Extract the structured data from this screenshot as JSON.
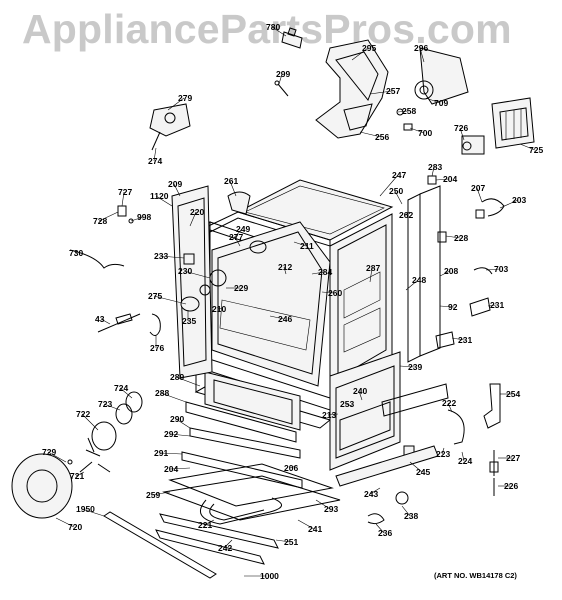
{
  "watermark": "AppliancePartsPros.com",
  "art_number": "(ART NO. WB14178 C2)",
  "labels": [
    {
      "id": "780",
      "text": "780"
    },
    {
      "id": "299",
      "text": "299"
    },
    {
      "id": "295",
      "text": "295"
    },
    {
      "id": "296",
      "text": "296"
    },
    {
      "id": "257",
      "text": "257"
    },
    {
      "id": "709",
      "text": "709"
    },
    {
      "id": "258",
      "text": "258"
    },
    {
      "id": "700",
      "text": "700"
    },
    {
      "id": "256",
      "text": "256"
    },
    {
      "id": "726",
      "text": "726"
    },
    {
      "id": "725",
      "text": "725"
    },
    {
      "id": "279",
      "text": "279"
    },
    {
      "id": "274",
      "text": "274"
    },
    {
      "id": "247",
      "text": "247"
    },
    {
      "id": "283",
      "text": "283"
    },
    {
      "id": "204a",
      "text": "204"
    },
    {
      "id": "207",
      "text": "207"
    },
    {
      "id": "203",
      "text": "203"
    },
    {
      "id": "250",
      "text": "250"
    },
    {
      "id": "262",
      "text": "262"
    },
    {
      "id": "727",
      "text": "727"
    },
    {
      "id": "1120",
      "text": "1120"
    },
    {
      "id": "209",
      "text": "209"
    },
    {
      "id": "261",
      "text": "261"
    },
    {
      "id": "728",
      "text": "728"
    },
    {
      "id": "998",
      "text": "998"
    },
    {
      "id": "220",
      "text": "220"
    },
    {
      "id": "228",
      "text": "228"
    },
    {
      "id": "249",
      "text": "249"
    },
    {
      "id": "277",
      "text": "277"
    },
    {
      "id": "211",
      "text": "211"
    },
    {
      "id": "730",
      "text": "730"
    },
    {
      "id": "233",
      "text": "233"
    },
    {
      "id": "212",
      "text": "212"
    },
    {
      "id": "284",
      "text": "284"
    },
    {
      "id": "287",
      "text": "287"
    },
    {
      "id": "208",
      "text": "208"
    },
    {
      "id": "703",
      "text": "703"
    },
    {
      "id": "230",
      "text": "230"
    },
    {
      "id": "229",
      "text": "229"
    },
    {
      "id": "260",
      "text": "260"
    },
    {
      "id": "248",
      "text": "248"
    },
    {
      "id": "275",
      "text": "275"
    },
    {
      "id": "92",
      "text": "92"
    },
    {
      "id": "231a",
      "text": "231"
    },
    {
      "id": "210",
      "text": "210"
    },
    {
      "id": "235",
      "text": "235"
    },
    {
      "id": "43",
      "text": "43"
    },
    {
      "id": "246",
      "text": "246"
    },
    {
      "id": "231b",
      "text": "231"
    },
    {
      "id": "276",
      "text": "276"
    },
    {
      "id": "239",
      "text": "239"
    },
    {
      "id": "289",
      "text": "289"
    },
    {
      "id": "724",
      "text": "724"
    },
    {
      "id": "288",
      "text": "288"
    },
    {
      "id": "240",
      "text": "240"
    },
    {
      "id": "254",
      "text": "254"
    },
    {
      "id": "723",
      "text": "723"
    },
    {
      "id": "253",
      "text": "253"
    },
    {
      "id": "722",
      "text": "722"
    },
    {
      "id": "290",
      "text": "290"
    },
    {
      "id": "222",
      "text": "222"
    },
    {
      "id": "213",
      "text": "213"
    },
    {
      "id": "292",
      "text": "292"
    },
    {
      "id": "729",
      "text": "729"
    },
    {
      "id": "223",
      "text": "223"
    },
    {
      "id": "224",
      "text": "224"
    },
    {
      "id": "227",
      "text": "227"
    },
    {
      "id": "291",
      "text": "291"
    },
    {
      "id": "721",
      "text": "721"
    },
    {
      "id": "204b",
      "text": "204"
    },
    {
      "id": "206",
      "text": "206"
    },
    {
      "id": "245",
      "text": "245"
    },
    {
      "id": "259",
      "text": "259"
    },
    {
      "id": "243",
      "text": "243"
    },
    {
      "id": "226",
      "text": "226"
    },
    {
      "id": "720",
      "text": "720"
    },
    {
      "id": "1950",
      "text": "1950"
    },
    {
      "id": "293",
      "text": "293"
    },
    {
      "id": "238",
      "text": "238"
    },
    {
      "id": "221",
      "text": "221"
    },
    {
      "id": "241",
      "text": "241"
    },
    {
      "id": "236",
      "text": "236"
    },
    {
      "id": "242",
      "text": "242"
    },
    {
      "id": "251",
      "text": "251"
    },
    {
      "id": "1000",
      "text": "1000"
    }
  ]
}
